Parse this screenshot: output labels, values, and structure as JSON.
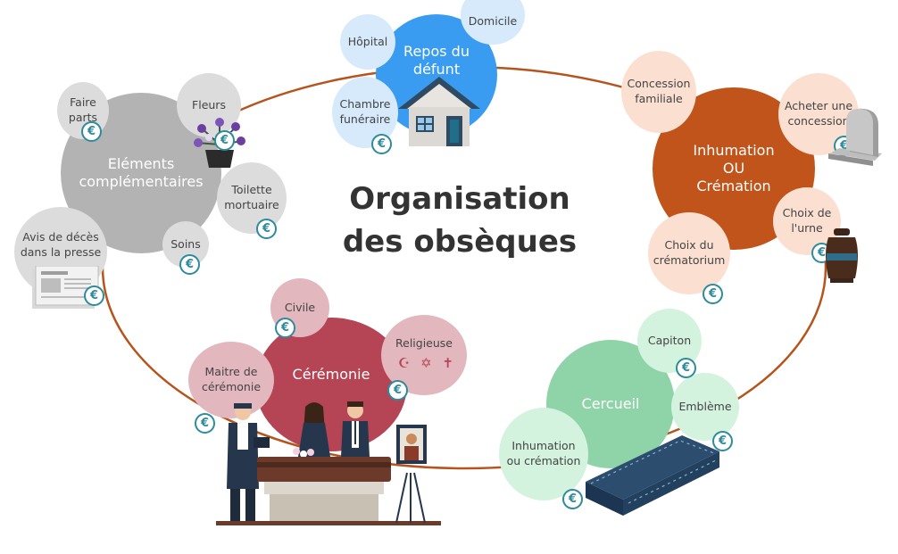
{
  "title": "Organisation\ndes obsèques",
  "icons": {
    "cost": "euro-icon"
  },
  "colors": {
    "connector": "#b5541d",
    "euro": "#2e8b9c",
    "repos_main": "#3a9cf0",
    "repos_sub": "#d6eafb",
    "inhumation_main": "#c0541a",
    "inhumation_sub": "#fbe0d2",
    "cercueil_main": "#8fd3a8",
    "cercueil_sub": "#d3f3de",
    "ceremonie_main": "#b54555",
    "ceremonie_sub": "#e2b7be",
    "elements_main": "#b3b3b3",
    "elements_sub": "#dcdcdc"
  },
  "groups": {
    "repos": {
      "label": "Repos du\ndéfunt",
      "items": {
        "domicile": "Domicile",
        "hopital": "Hôpital",
        "chambre": "Chambre\nfunéraire"
      }
    },
    "inhumation": {
      "label": "Inhumation\nOU\nCrémation",
      "items": {
        "concession": "Concession\nfamiliale",
        "acheter": "Acheter une\nconcession",
        "urne": "Choix de\nl'urne",
        "crematorium": "Choix du\ncrématorium"
      }
    },
    "cercueil": {
      "label": "Cercueil",
      "items": {
        "capiton": "Capiton",
        "embleme": "Emblème",
        "inhumation": "Inhumation\nou crémation"
      }
    },
    "ceremonie": {
      "label": "Cérémonie",
      "items": {
        "civile": "Civile",
        "religieuse": "Religieuse",
        "maitre": "Maitre de\ncérémonie"
      }
    },
    "elements": {
      "label": "Eléments\ncomplémentaires",
      "items": {
        "faire_parts": "Faire\nparts",
        "fleurs": "Fleurs",
        "toilette": "Toilette\nmortuaire",
        "soins": "Soins",
        "avis": "Avis de décès\ndans la presse"
      }
    }
  },
  "symbols": {
    "crescent": "☪",
    "star": "✡",
    "cross": "✝",
    "euro": "€"
  }
}
